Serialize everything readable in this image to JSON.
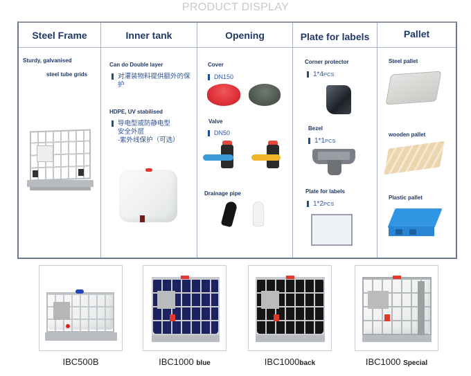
{
  "page": {
    "title": "PRODUCT DISPLAY"
  },
  "table": {
    "columns": [
      {
        "id": "steel-frame",
        "header": "Steel Frame"
      },
      {
        "id": "inner-tank",
        "header": "Inner tank"
      },
      {
        "id": "opening",
        "header": "Opening"
      },
      {
        "id": "plate-for-labels",
        "header": "Plate for labels"
      },
      {
        "id": "pallet",
        "header": "Pallet"
      }
    ],
    "steel_frame": {
      "line1": "Sturdy, galvanised",
      "line2": "steel tube grids"
    },
    "inner_tank": {
      "double_layer_label": "Can do  Double layer",
      "double_layer_cn": "对灌装物料提供额外的保护",
      "hdpe_label": "HDPE, UV stabilised",
      "hdpe_cn_1": "导电型或防静电型",
      "hdpe_cn_2": "安全外层",
      "hdpe_cn_3": "-紫外线保护（可选）"
    },
    "opening": {
      "cover_label": "Cover",
      "cover_size": "DN150",
      "valve_label": "Valve",
      "valve_size": "DN50",
      "drainage_label": "Drainage pipe"
    },
    "plate": {
      "corner_label": "Corner protector",
      "corner_qty": "1*4",
      "corner_unit": "PCS",
      "bezel_label": "Bezel",
      "bezel_qty": "1*1",
      "bezel_unit": "PCS",
      "plate_label": "Plate for labels",
      "plate_qty": "1*2",
      "plate_unit": "PCS"
    },
    "pallet": {
      "steel_label": "Steel pallet",
      "wooden_label": "wooden pallet",
      "plastic_label": "Plastic pallet"
    }
  },
  "products": [
    {
      "name": "IBC500B",
      "suffix": "",
      "tank_color": "#f4f5f5"
    },
    {
      "name": "IBC1000 ",
      "suffix": "blue",
      "tank_color": "#1c2260"
    },
    {
      "name": "IBC1000",
      "suffix": "back",
      "tank_color": "#151515"
    },
    {
      "name": "IBC1000 ",
      "suffix": "Special",
      "tank_color": "#f2f3f3"
    }
  ],
  "colors": {
    "heading": "#1f3864",
    "bullet": "#1f4e8c",
    "table_border": "#6b7a8f",
    "title_gray": "#c9c9c9",
    "cap_red": "#e2362e",
    "valve_blue": "#3b9ad9",
    "valve_yellow": "#f0b429",
    "plastic_pallet_blue": "#2f8fe0"
  }
}
